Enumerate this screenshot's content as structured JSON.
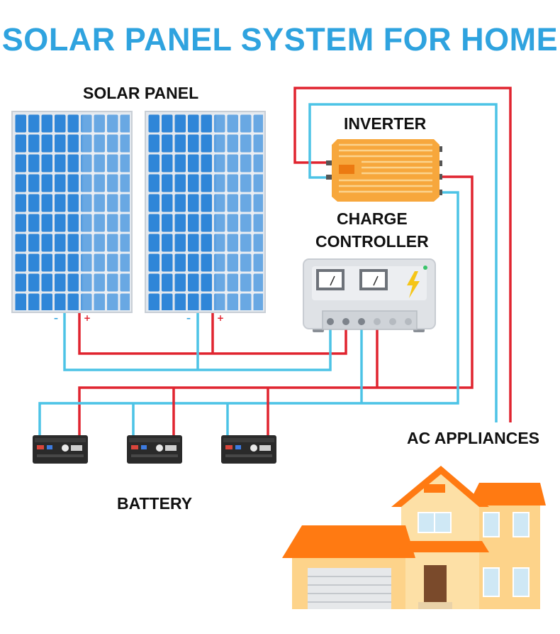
{
  "title": "SOLAR PANEL SYSTEM FOR HOME",
  "labels": {
    "solar_panel": "SOLAR PANEL",
    "inverter": "INVERTER",
    "charge_controller_line1": "CHARGE",
    "charge_controller_line2": "CONTROLLER",
    "ac_appliances": "AC APPLIANCES",
    "battery": "BATTERY"
  },
  "polarity": {
    "negative": "–",
    "positive": "+"
  },
  "colors": {
    "title": "#2fa3df",
    "wire_positive": "#e0242f",
    "wire_negative": "#4cc3e6",
    "panel_cell": "#2f86d8",
    "inverter": "#f7a73c",
    "house_roof": "#ff7a12",
    "house_wall": "#fdd38a"
  }
}
